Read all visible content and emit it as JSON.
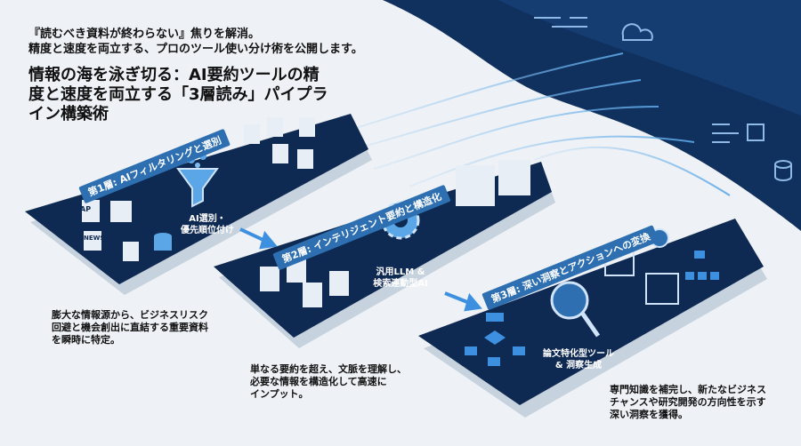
{
  "header": {
    "subtitle_lines": [
      "『読むべき資料が終わらない』焦りを解消。",
      "精度と速度を両立する、プロのツール使い分け術を公開します。"
    ],
    "title": "情報の海を泳ぎ切る：AI要約ツールの精度と速度を両立する「3層読み」パイプライン構築術"
  },
  "layers": [
    {
      "label": "第1層: AIフィルタリングと選別",
      "caption_lines": [
        "AI選別・",
        "優先順位付け"
      ],
      "description_lines": [
        "膨大な情報源から、ビジネスリスク",
        "回避と機会創出に直結する重要資料",
        "を瞬時に特定。"
      ],
      "icon": "funnel-icon",
      "source_labels": [
        "AP",
        "NEWS"
      ]
    },
    {
      "label": "第2層: インテリジェント要約と構造化",
      "caption_lines": [
        "汎用LLM &",
        "検索連動型AI"
      ],
      "description_lines": [
        "単なる要約を超え、文脈を理解し、",
        "必要な情報を構造化して高速に",
        "インプット。"
      ],
      "icon": "gear-icon"
    },
    {
      "label": "第3層: 深い洞察とアクションへの変換",
      "caption_lines": [
        "論文特化型ツール",
        "& 洞察生成"
      ],
      "description_lines": [
        "専門知識を補完し、新たなビジネス",
        "チャンスや研究開発の方向性を示す",
        "深い洞察を獲得。"
      ],
      "icon": "brain-magnifier-icon"
    }
  ],
  "colors": {
    "navy": "#0f2a52",
    "accent": "#2d6fb0",
    "light_blue": "#5aa6e6",
    "background": "#eef2f6"
  }
}
